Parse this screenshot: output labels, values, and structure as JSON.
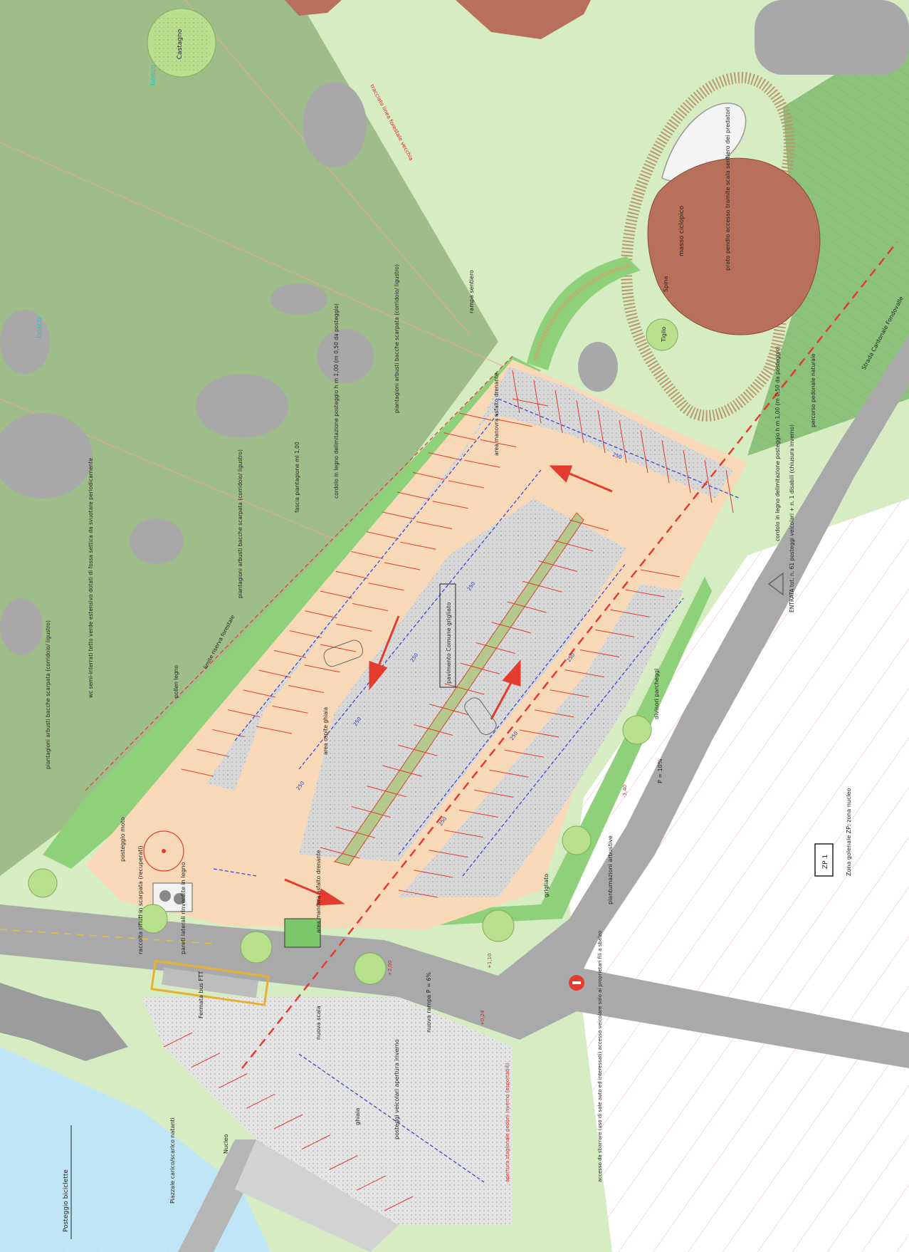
{
  "colors": {
    "forest": "#9fc08a",
    "meadow": "#cfe8b8",
    "hedge": "#8fd07a",
    "road": "#a9a9a9",
    "gravel": "#d9d9d9",
    "sand": "#f7d9b8",
    "rock": "#b76a55",
    "boulder": "#a6a6a6",
    "water": "#bfe6f7",
    "red": "#e33b2e",
    "blue": "#2f3ed0"
  },
  "labels": {
    "bike_parking": "Posteggio biciclette",
    "piazzale": "Piazzale carico/scarico natanti",
    "nucleo": "Nucleo",
    "bus_stop": "Fermata bus FTT",
    "waste": "raccolta rifiuti in scarpata (recuperati)",
    "lateral_walls": "pareti laterali rinverdite in legno",
    "stairs": "nuova scala",
    "ramp": "nuova rampa P = 6%",
    "access": "accesso da sbarrare (uso di sole auto ed interessati) accesso veicolare solo ai proprietari fili a sbalzo",
    "seasonal": "apertura stagionale pedoni inverno (esportabili)",
    "ghiaia_bottom": "ghiaia",
    "winter_parking": "posteggi veicolari apertura inverno",
    "grigliato": "grigliato",
    "arbustive": "piantumazioni arbustive",
    "divisori": "divisori parcheggi",
    "slope": "P = 10%",
    "zone_code": "ZP 1",
    "zone_desc": "Zona golenale ZP: zona nucleo",
    "entrance": "ENTRATA tot. n. 61 posteggi veicolari + n. 1 disabili (chiusura inverno)",
    "wood_curb_right": "cordolo in legno delimitazione posteggio h m 1,00 (m 0,50 da posteggio)",
    "percorso": "percorso pedonale naturale",
    "road_name": "Strada Cantonale Fondovalle",
    "massif": "masso ciclopico",
    "rock_text": "prato pendio accesso tramite scala sentiero dei predatori",
    "tiglio": "Tiglio",
    "spina": "Spina",
    "rampa_sentiero": "rampa sentiero",
    "plantings_top": "piantagioni arbusti bacche scarpata (corridoio/ ligustro)",
    "plantings_mid": "piantagioni arbusti bacche scarpata (corridoio/ ligustro)",
    "plantings_left": "piantagioni arbusti bacche scarpata (corridoio/ ligustro)",
    "wood_curb_top": "cordolo in legno delimitazione posteggio h m 1,00 (m 0,50 da posteggio)",
    "fascia": "fascia piantagione ml 1,00",
    "wc": "wc semi-interrati tetto verde estensivo dotati di fossa settica da svuotare periodicamente",
    "pollen": "pollen legno",
    "limite": "limite riserva forestale",
    "tracciato": "tracciato linea forestale vecchia",
    "moto": "posteggio moto",
    "area_drain_left": "area manovra asfalto drenante",
    "area_drain_right": "area manovra asfalto drenante",
    "ghiaia_mid": "area ospite ghiaia",
    "drain_note": "pavimento Comune grigliato",
    "castagno": "Castagno",
    "forest_tag_1": "bosco",
    "forest_tag_2": "bosco",
    "stalls": [
      "250",
      "250",
      "250",
      "250",
      "250",
      "250",
      "250",
      "250"
    ],
    "elev_1": "+1,10",
    "elev_2": "+2,00",
    "elev_3": "-3,40",
    "elev_4": "+0,24"
  }
}
